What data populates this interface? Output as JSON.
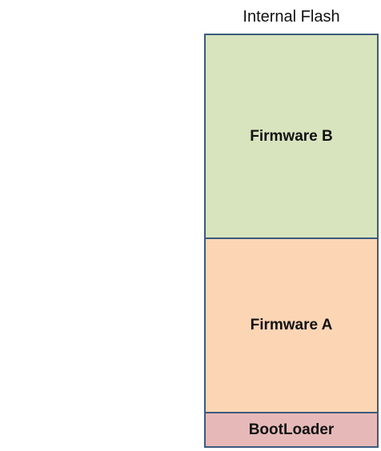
{
  "diagram": {
    "title": "Internal Flash",
    "regions": [
      {
        "label": "Firmware B",
        "color": "#d7e4bd"
      },
      {
        "label": "Firmware A",
        "color": "#fcd5b5"
      },
      {
        "label": "BootLoader",
        "color": "#e6b9b8"
      }
    ],
    "border_color": "#3c5a80"
  }
}
